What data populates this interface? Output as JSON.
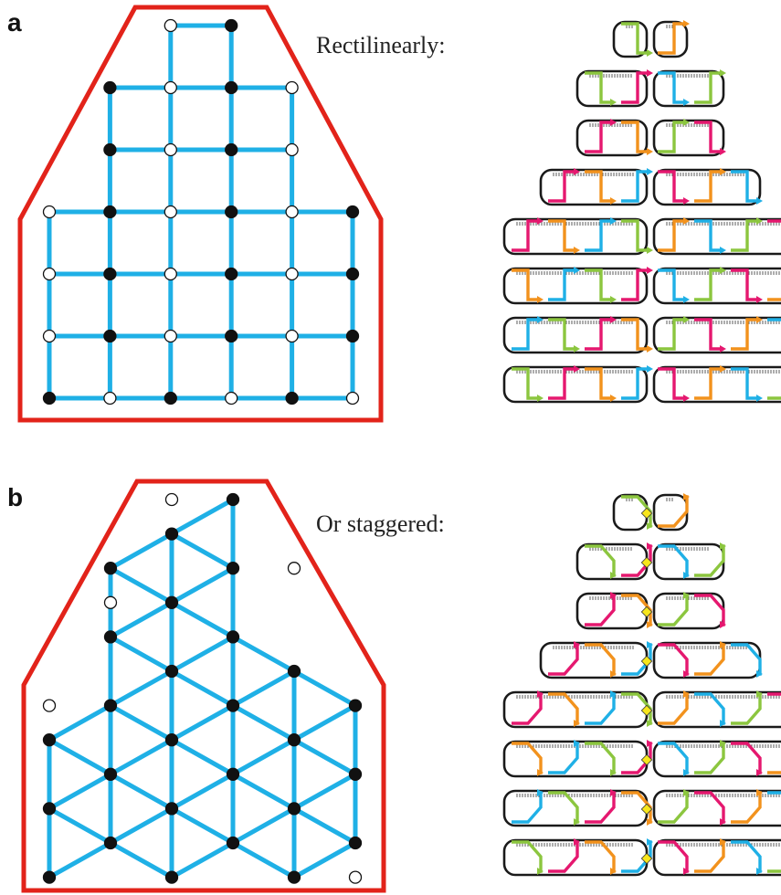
{
  "colors": {
    "outline": "#e2231a",
    "lattice": "#1fb0e6",
    "strand_black": "#1a1a1a",
    "strands": [
      "#f2921d",
      "#1fb0e6",
      "#8cc63f",
      "#e5186f",
      "#7b4fa0"
    ],
    "crossover_marker": "#f7e61c"
  },
  "panel_a": {
    "letter": "a",
    "caption": "Rectilinearly:",
    "nodes": [
      {
        "row": 0,
        "col": 2,
        "fill": "white"
      },
      {
        "row": 0,
        "col": 3,
        "fill": "black"
      },
      {
        "row": 1,
        "col": 1,
        "fill": "black"
      },
      {
        "row": 1,
        "col": 2,
        "fill": "white"
      },
      {
        "row": 1,
        "col": 3,
        "fill": "black"
      },
      {
        "row": 1,
        "col": 4,
        "fill": "white"
      },
      {
        "row": 2,
        "col": 1,
        "fill": "black"
      },
      {
        "row": 2,
        "col": 2,
        "fill": "white"
      },
      {
        "row": 2,
        "col": 3,
        "fill": "black"
      },
      {
        "row": 2,
        "col": 4,
        "fill": "white"
      },
      {
        "row": 3,
        "col": 0,
        "fill": "white"
      },
      {
        "row": 3,
        "col": 1,
        "fill": "black"
      },
      {
        "row": 3,
        "col": 2,
        "fill": "white"
      },
      {
        "row": 3,
        "col": 3,
        "fill": "black"
      },
      {
        "row": 3,
        "col": 4,
        "fill": "white"
      },
      {
        "row": 3,
        "col": 5,
        "fill": "black"
      },
      {
        "row": 4,
        "col": 0,
        "fill": "white"
      },
      {
        "row": 4,
        "col": 1,
        "fill": "black"
      },
      {
        "row": 4,
        "col": 2,
        "fill": "white"
      },
      {
        "row": 4,
        "col": 3,
        "fill": "black"
      },
      {
        "row": 4,
        "col": 4,
        "fill": "white"
      },
      {
        "row": 4,
        "col": 5,
        "fill": "black"
      },
      {
        "row": 5,
        "col": 0,
        "fill": "white"
      },
      {
        "row": 5,
        "col": 1,
        "fill": "black"
      },
      {
        "row": 5,
        "col": 2,
        "fill": "white"
      },
      {
        "row": 5,
        "col": 3,
        "fill": "black"
      },
      {
        "row": 5,
        "col": 4,
        "fill": "white"
      },
      {
        "row": 5,
        "col": 5,
        "fill": "black"
      },
      {
        "row": 6,
        "col": 0,
        "fill": "black"
      },
      {
        "row": 6,
        "col": 1,
        "fill": "white"
      },
      {
        "row": 6,
        "col": 2,
        "fill": "black"
      },
      {
        "row": 6,
        "col": 3,
        "fill": "white"
      },
      {
        "row": 6,
        "col": 4,
        "fill": "black"
      },
      {
        "row": 6,
        "col": 5,
        "fill": "white"
      }
    ],
    "helix_rows": [
      {
        "left_cols": [
          6,
          6
        ],
        "right_cols": [
          7,
          7
        ]
      },
      {
        "left_cols": [
          5,
          6
        ],
        "right_cols": [
          7,
          8
        ]
      },
      {
        "left_cols": [
          5,
          6
        ],
        "right_cols": [
          7,
          8
        ]
      },
      {
        "left_cols": [
          4,
          6
        ],
        "right_cols": [
          7,
          9
        ]
      },
      {
        "left_cols": [
          3,
          6
        ],
        "right_cols": [
          7,
          10
        ]
      },
      {
        "left_cols": [
          3,
          6
        ],
        "right_cols": [
          7,
          10
        ]
      },
      {
        "left_cols": [
          3,
          6
        ],
        "right_cols": [
          7,
          10
        ]
      },
      {
        "left_cols": [
          3,
          6
        ],
        "right_cols": [
          7,
          10
        ]
      }
    ]
  },
  "panel_b": {
    "letter": "b",
    "caption": "Or staggered:",
    "nodes": [
      {
        "row": 0,
        "col": 2,
        "fill": "white"
      },
      {
        "row": 0,
        "col": 3,
        "fill": "black"
      },
      {
        "row": 1,
        "col": 2,
        "fill": "black"
      },
      {
        "row": 2,
        "col": 1,
        "fill": "black"
      },
      {
        "row": 2,
        "col": 3,
        "fill": "black"
      },
      {
        "row": 2,
        "col": 4,
        "fill": "white"
      },
      {
        "row": 3,
        "col": 1,
        "fill": "white"
      },
      {
        "row": 3,
        "col": 2,
        "fill": "black"
      },
      {
        "row": 4,
        "col": 1,
        "fill": "black"
      },
      {
        "row": 4,
        "col": 3,
        "fill": "black"
      },
      {
        "row": 5,
        "col": 2,
        "fill": "black"
      },
      {
        "row": 5,
        "col": 4,
        "fill": "black"
      },
      {
        "row": 6,
        "col": 0,
        "fill": "white"
      },
      {
        "row": 6,
        "col": 1,
        "fill": "black"
      },
      {
        "row": 6,
        "col": 3,
        "fill": "black"
      },
      {
        "row": 6,
        "col": 5,
        "fill": "black"
      },
      {
        "row": 7,
        "col": 0,
        "fill": "black"
      },
      {
        "row": 7,
        "col": 2,
        "fill": "black"
      },
      {
        "row": 7,
        "col": 4,
        "fill": "black"
      },
      {
        "row": 8,
        "col": 1,
        "fill": "black"
      },
      {
        "row": 8,
        "col": 3,
        "fill": "black"
      },
      {
        "row": 8,
        "col": 5,
        "fill": "black"
      },
      {
        "row": 9,
        "col": 0,
        "fill": "black"
      },
      {
        "row": 9,
        "col": 2,
        "fill": "black"
      },
      {
        "row": 9,
        "col": 4,
        "fill": "black"
      },
      {
        "row": 10,
        "col": 1,
        "fill": "black"
      },
      {
        "row": 10,
        "col": 3,
        "fill": "black"
      },
      {
        "row": 10,
        "col": 5,
        "fill": "black"
      },
      {
        "row": 11,
        "col": 0,
        "fill": "black"
      },
      {
        "row": 11,
        "col": 2,
        "fill": "black"
      },
      {
        "row": 11,
        "col": 4,
        "fill": "black"
      },
      {
        "row": 11,
        "col": 5,
        "fill": "white"
      }
    ],
    "helix_rows": [
      {
        "left_cols": [
          6,
          6
        ],
        "right_cols": [
          7,
          7
        ]
      },
      {
        "left_cols": [
          5,
          6
        ],
        "right_cols": [
          7,
          8
        ]
      },
      {
        "left_cols": [
          5,
          6
        ],
        "right_cols": [
          7,
          8
        ]
      },
      {
        "left_cols": [
          4,
          6
        ],
        "right_cols": [
          7,
          9
        ]
      },
      {
        "left_cols": [
          3,
          6
        ],
        "right_cols": [
          7,
          10
        ]
      },
      {
        "left_cols": [
          3,
          6
        ],
        "right_cols": [
          7,
          10
        ]
      },
      {
        "left_cols": [
          3,
          6
        ],
        "right_cols": [
          7,
          10
        ]
      },
      {
        "left_cols": [
          3,
          6
        ],
        "right_cols": [
          7,
          10
        ]
      }
    ]
  }
}
